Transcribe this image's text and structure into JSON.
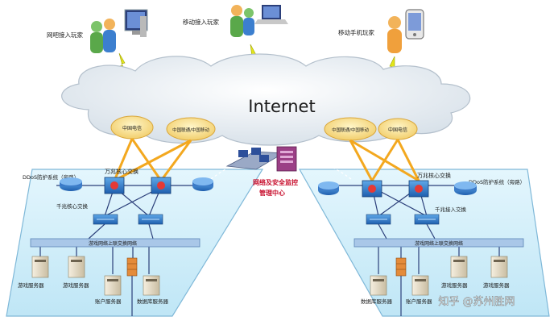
{
  "internet": "Internet",
  "players": {
    "netcafe": "网吧接入玩家",
    "mobile": "移动接入玩家",
    "phone": "移动手机玩家"
  },
  "isp": {
    "left_telecom": "中国电信",
    "left_unicom": "中国联通/中国移动",
    "right_unicom": "中国联通/中国移动",
    "right_telecom": "中国电信"
  },
  "left_dc": {
    "ddos": "DDoS防护系统（旁路）",
    "core": "万兆核心交换",
    "access": "千兆核心交换",
    "bus": "游戏网络上联交换网络",
    "server1": "游戏服务器",
    "server2": "游戏服务器",
    "account": "账户服务器",
    "db": "数据库服务器"
  },
  "right_dc": {
    "ddos": "DDoS防护系统（旁路）",
    "core": "万兆核心交换",
    "access": "千兆接入交换",
    "bus": "游戏网络上联交换网络",
    "db": "数据库服务器",
    "account": "账户服务器",
    "server1": "游戏服务器",
    "server2": "游戏服务器"
  },
  "center": {
    "line1": "网络及安全监控",
    "line2": "管理中心"
  },
  "watermark": "知乎 @苏州胜网",
  "colors": {
    "platform": "#cfeefb",
    "platform_edge": "#7fb8d8",
    "link": "#f3a81f",
    "red_label": "#c8102e"
  }
}
